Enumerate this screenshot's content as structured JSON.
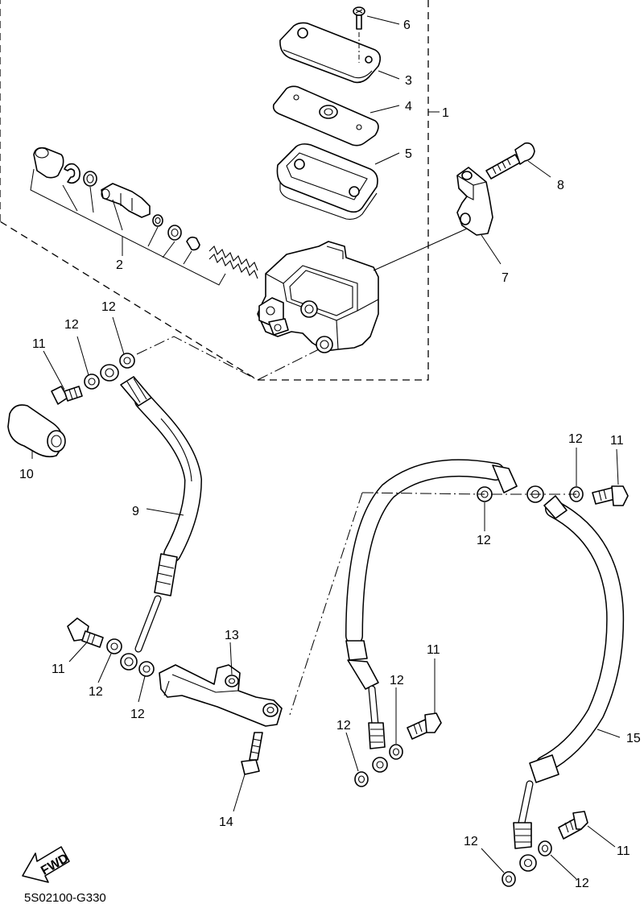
{
  "diagram_code": "5S02100-G330",
  "fwd_label": "FWD",
  "callouts": {
    "c1": "1",
    "c2": "2",
    "c3": "3",
    "c4": "4",
    "c5": "5",
    "c6": "6",
    "c7": "7",
    "c8": "8",
    "c9": "9",
    "c10": "10",
    "c11a": "11",
    "c11b": "11",
    "c11c": "11",
    "c11d": "11",
    "c11e": "11",
    "c12a": "12",
    "c12b": "12",
    "c12c": "12",
    "c12d": "12",
    "c12e": "12",
    "c12f": "12",
    "c12g": "12",
    "c12h": "12",
    "c12i": "12",
    "c12j": "12",
    "c13": "13",
    "c14": "14",
    "c15": "15"
  }
}
